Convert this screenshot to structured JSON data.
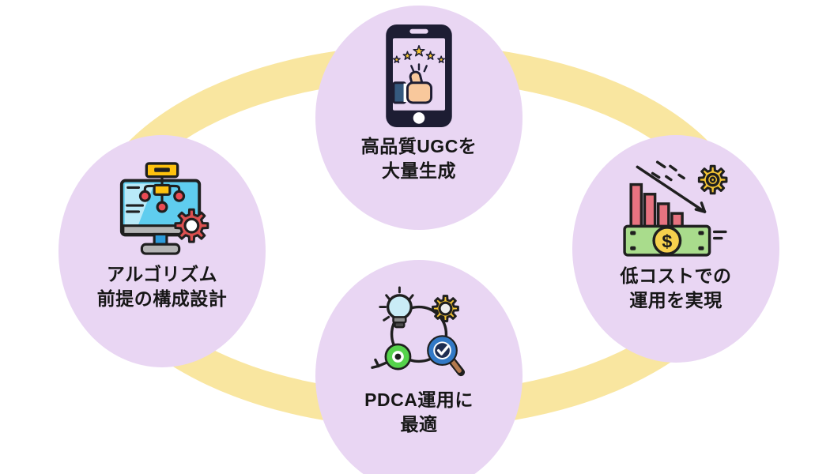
{
  "diagram": {
    "type": "cycle-infographic",
    "colors": {
      "background": "#FFFFFF",
      "ring": "#F9E6A0",
      "bubble": "#E9D6F3",
      "text": "#161616",
      "accent_yellow": "#F5C534",
      "accent_red": "#DC5050",
      "accent_green": "#A9DC8C",
      "accent_cyan": "#5FCDEF",
      "accent_blue": "#3279C6"
    },
    "nodes": [
      {
        "position": "top",
        "icon": "smartphone-thumbsup-stars-icon",
        "line1": "高品質UGCを",
        "line2": "大量生成"
      },
      {
        "position": "left",
        "icon": "algorithm-flowchart-monitor-icon",
        "line1": "アルゴリズム",
        "line2": "前提の構成設計"
      },
      {
        "position": "right",
        "icon": "cost-down-money-icon",
        "line1": "低コストでの",
        "line2": "運用を実現"
      },
      {
        "position": "bottom",
        "icon": "pdca-cycle-icon",
        "line1": "PDCA運用に",
        "line2": "最適"
      }
    ],
    "money_icon": {
      "dollar_sign": "$"
    }
  }
}
